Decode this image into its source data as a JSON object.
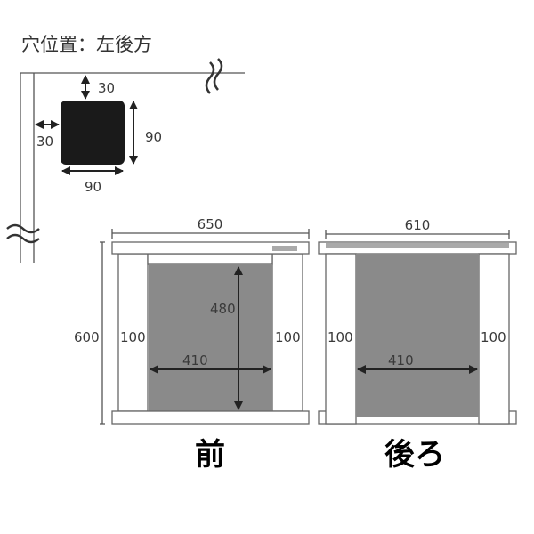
{
  "title": "穴位置：左後方",
  "hole": {
    "top_offset": "30",
    "left_offset": "30",
    "height": "90",
    "width": "90"
  },
  "front": {
    "label": "前",
    "width": "650",
    "height": "600",
    "opening_height": "480",
    "opening_width": "410",
    "left_side": "100",
    "right_side": "100"
  },
  "back": {
    "label": "後ろ",
    "width": "610",
    "opening_width": "410",
    "left_side": "100",
    "right_side": "100"
  },
  "colors": {
    "panel": "#8a8a8a",
    "hole": "#1a1a1a",
    "line": "#555555"
  }
}
